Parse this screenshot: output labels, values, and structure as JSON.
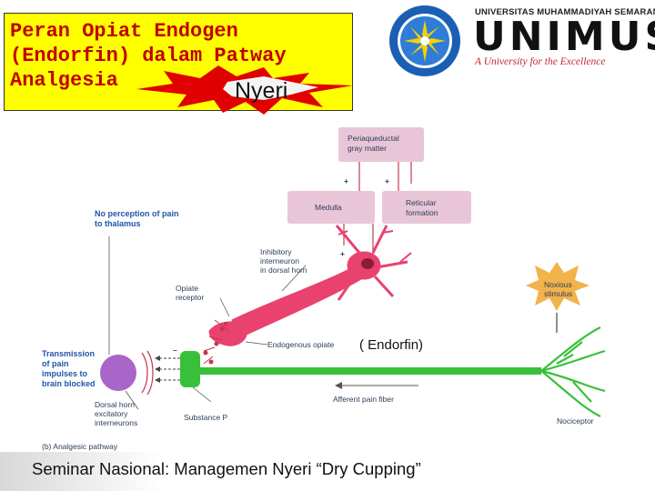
{
  "title": {
    "line1": "Peran Opiat Endogen",
    "line2": "(Endorfin) dalam Patway",
    "line3": "Analgesia",
    "burst_label": "Nyeri"
  },
  "logo": {
    "university_name": "UNIVERSITAS MUHAMMADIYAH SEMARANG",
    "acronym": "UNIMUS",
    "tagline": "A University for the Excellence"
  },
  "diagram": {
    "periaqueductal": [
      "Periaqueductal",
      "gray matter"
    ],
    "medulla": "Medulla",
    "reticular": [
      "Reticular",
      "formation"
    ],
    "no_perception": [
      "No perception of pain",
      "to thalamus"
    ],
    "inhibitory": [
      "Inhibitory",
      "interneuron",
      "in dorsal horn"
    ],
    "opiate_receptor": [
      "Opiate",
      "receptor"
    ],
    "endogenous_opiate": "Endogenous opiate",
    "noxious": [
      "Noxious",
      "stimulus"
    ],
    "transmission": [
      "Transmission",
      "of pain",
      "impulses to",
      "brain blocked"
    ],
    "dorsal_horn": [
      "Dorsal horn",
      "excitatory",
      "interneurons"
    ],
    "substance_p": "Substance P",
    "afferent": "Afferent pain fiber",
    "nociceptor": "Nociceptor",
    "caption": "(b)  Analgesic pathway",
    "plus_sign": "+",
    "minus_sign": "–"
  },
  "endorfin_note": "( Endorfin)",
  "footer": "Seminar Nasional: Managemen Nyeri “Dry Cupping”",
  "colors": {
    "title_bg": "#ffff00",
    "title_text": "#c00000",
    "burst": "#e00000",
    "neuron_pink": "#e9426f",
    "fiber_green": "#39c03a",
    "box_pink": "#e8c6d8",
    "label_blue": "#1f57a8"
  }
}
